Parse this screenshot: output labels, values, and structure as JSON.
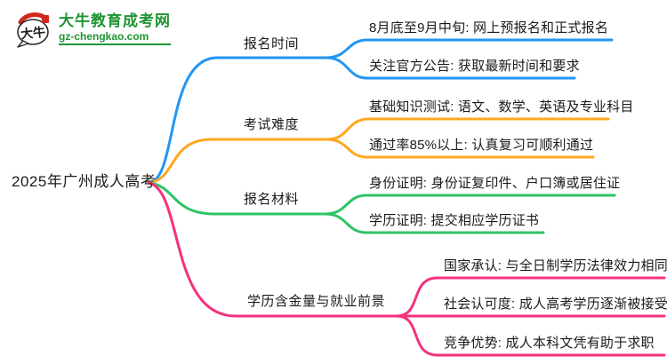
{
  "logo": {
    "icon_text": "大牛",
    "site_name": "大牛教育成考网",
    "site_url": "gz-chengkao.com",
    "brand_green": "#1f9432",
    "seal_red": "#d0281c"
  },
  "root": {
    "label": "2025年广州成人高考"
  },
  "branches": [
    {
      "label": "报名时间",
      "color": "#2196f3",
      "leaves": [
        "8月底至9月中旬: 网上预报名和正式报名",
        "关注官方公告: 获取最新时间和要求"
      ]
    },
    {
      "label": "考试难度",
      "color": "#ffa71f",
      "leaves": [
        "基础知识测试: 语文、数学、英语及专业科目",
        "通过率85%以上: 认真复习可顺利通过"
      ]
    },
    {
      "label": "报名材料",
      "color": "#2dc462",
      "leaves": [
        "身份证明: 身份证复印件、户口簿或居住证",
        "学历证明: 提交相应学历证书"
      ]
    },
    {
      "label": "学历含金量与就业前景",
      "color": "#f5317f",
      "leaves": [
        "国家承认: 与全日制学历法律效力相同",
        "社会认可度: 成人高考学历逐渐被接受",
        "竞争优势: 成人本科文凭有助于求职"
      ]
    }
  ]
}
